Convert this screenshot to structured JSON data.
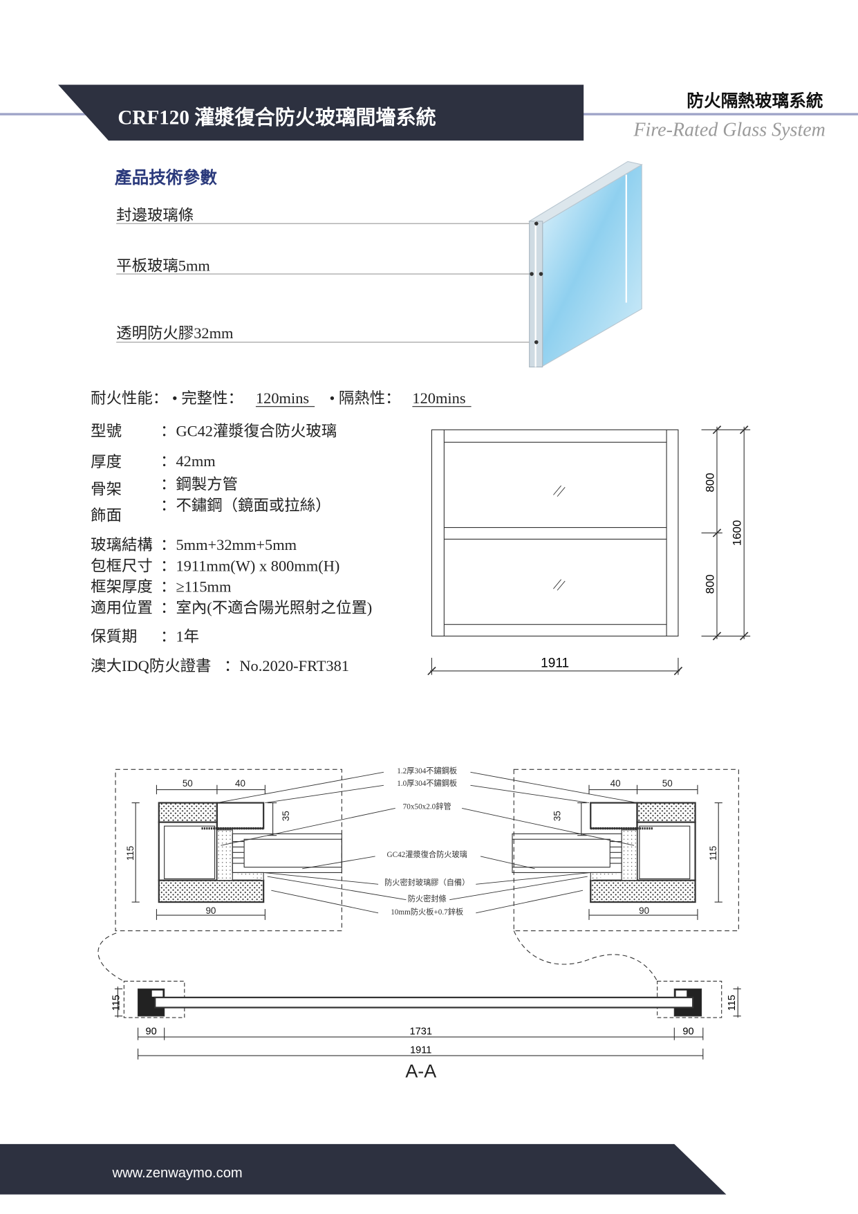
{
  "header": {
    "title": "CRF120 灌漿復合防火玻璃間墻系統",
    "category": "防火隔熱玻璃系統",
    "category_en": "Fire-Rated Glass System"
  },
  "section_title": "產品技術參數",
  "glass_callouts": [
    "封邊玻璃條",
    "平板玻璃5mm",
    "透明防火膠32mm"
  ],
  "fire_performance": {
    "label": "耐火性能：",
    "integrity_label": "• 完整性：",
    "integrity_value": "120mins",
    "insulation_label": "• 隔熱性：",
    "insulation_value": "120mins"
  },
  "specs": [
    {
      "label": "型號",
      "value": "：GC42灌漿復合防火玻璃"
    },
    {
      "label": "厚度",
      "value": "：42mm"
    },
    {
      "label": "骨架",
      "value": "：鋼製方管"
    },
    {
      "label": "飾面",
      "value": "：不鏽鋼（鏡面或拉絲）"
    },
    {
      "label": "玻璃結構",
      "value": "：5mm+32mm+5mm"
    },
    {
      "label": "包框尺寸",
      "value": "：1911mm(W) x 800mm(H)"
    },
    {
      "label": "框架厚度",
      "value": "：≥115mm"
    },
    {
      "label": "適用位置",
      "value": "：室內(不適合陽光照射之位置)"
    },
    {
      "label": "保質期",
      "value": "：1年"
    },
    {
      "label": "澳大IDQ防火證書",
      "value": "：No.2020-FRT381"
    }
  ],
  "elevation": {
    "panel_heights": [
      "800",
      "800"
    ],
    "total_height": "1600",
    "width": "1911"
  },
  "section_detail": {
    "callouts": [
      "1.2厚304不鏽鋼板",
      "1.0厚304不鏽鋼板",
      "70x50x2.0鋅管",
      "GC42灌漿復合防火玻璃",
      "防火密封玻璃膠（自備）",
      "防火密封條",
      "10mm防火板+0.7鋅板"
    ],
    "dims": {
      "a": "50",
      "b": "40",
      "c": "35",
      "h": "115",
      "w": "90"
    }
  },
  "section_aa": {
    "title": "A-A",
    "side_width": "90",
    "clear_width": "1731",
    "total_width": "1911",
    "frame_depth": "115"
  },
  "footer": {
    "url": "www.zenwaymo.com"
  },
  "colors": {
    "header_bg": "#2d3140",
    "accent_line": "#9ea3c8",
    "section_title": "#2b3a7c"
  }
}
